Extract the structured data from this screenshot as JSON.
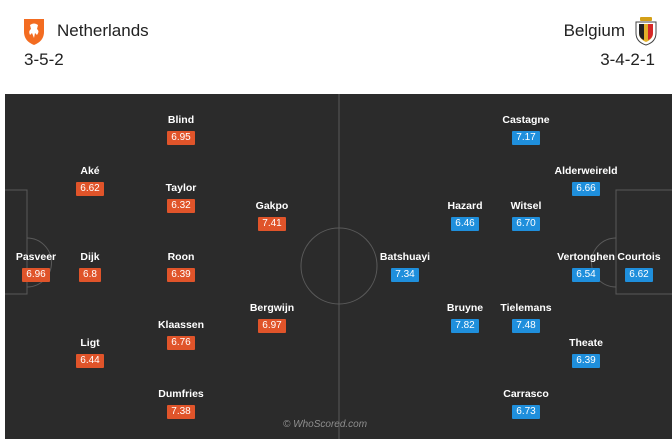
{
  "home": {
    "name": "Netherlands",
    "formation": "3-5-2",
    "crest_icon": "netherlands-lion-crest-icon",
    "color": "#e0542a",
    "players": [
      {
        "name": "Pasveer",
        "rating": "6.96"
      },
      {
        "name": "Aké",
        "rating": "6.62"
      },
      {
        "name": "Dijk",
        "rating": "6.8"
      },
      {
        "name": "Ligt",
        "rating": "6.44"
      },
      {
        "name": "Blind",
        "rating": "6.95"
      },
      {
        "name": "Taylor",
        "rating": "6.32"
      },
      {
        "name": "Roon",
        "rating": "6.39"
      },
      {
        "name": "Klaassen",
        "rating": "6.76"
      },
      {
        "name": "Dumfries",
        "rating": "7.38"
      },
      {
        "name": "Gakpo",
        "rating": "7.41"
      },
      {
        "name": "Bergwijn",
        "rating": "6.97"
      }
    ]
  },
  "away": {
    "name": "Belgium",
    "formation": "3-4-2-1",
    "crest_icon": "belgium-crest-icon",
    "color": "#1f8fdc",
    "players": [
      {
        "name": "Courtois",
        "rating": "6.62"
      },
      {
        "name": "Alderweireld",
        "rating": "6.66"
      },
      {
        "name": "Vertonghen",
        "rating": "6.54"
      },
      {
        "name": "Theate",
        "rating": "6.39"
      },
      {
        "name": "Castagne",
        "rating": "7.17"
      },
      {
        "name": "Witsel",
        "rating": "6.70"
      },
      {
        "name": "Tielemans",
        "rating": "7.48"
      },
      {
        "name": "Carrasco",
        "rating": "6.73"
      },
      {
        "name": "Hazard",
        "rating": "6.46"
      },
      {
        "name": "Bruyne",
        "rating": "7.82"
      },
      {
        "name": "Batshuayi",
        "rating": "7.34"
      }
    ]
  },
  "pitch": {
    "background": "#2b2b2b",
    "line_color": "#5a5a5a"
  },
  "watermark": "© WhoScored.com"
}
